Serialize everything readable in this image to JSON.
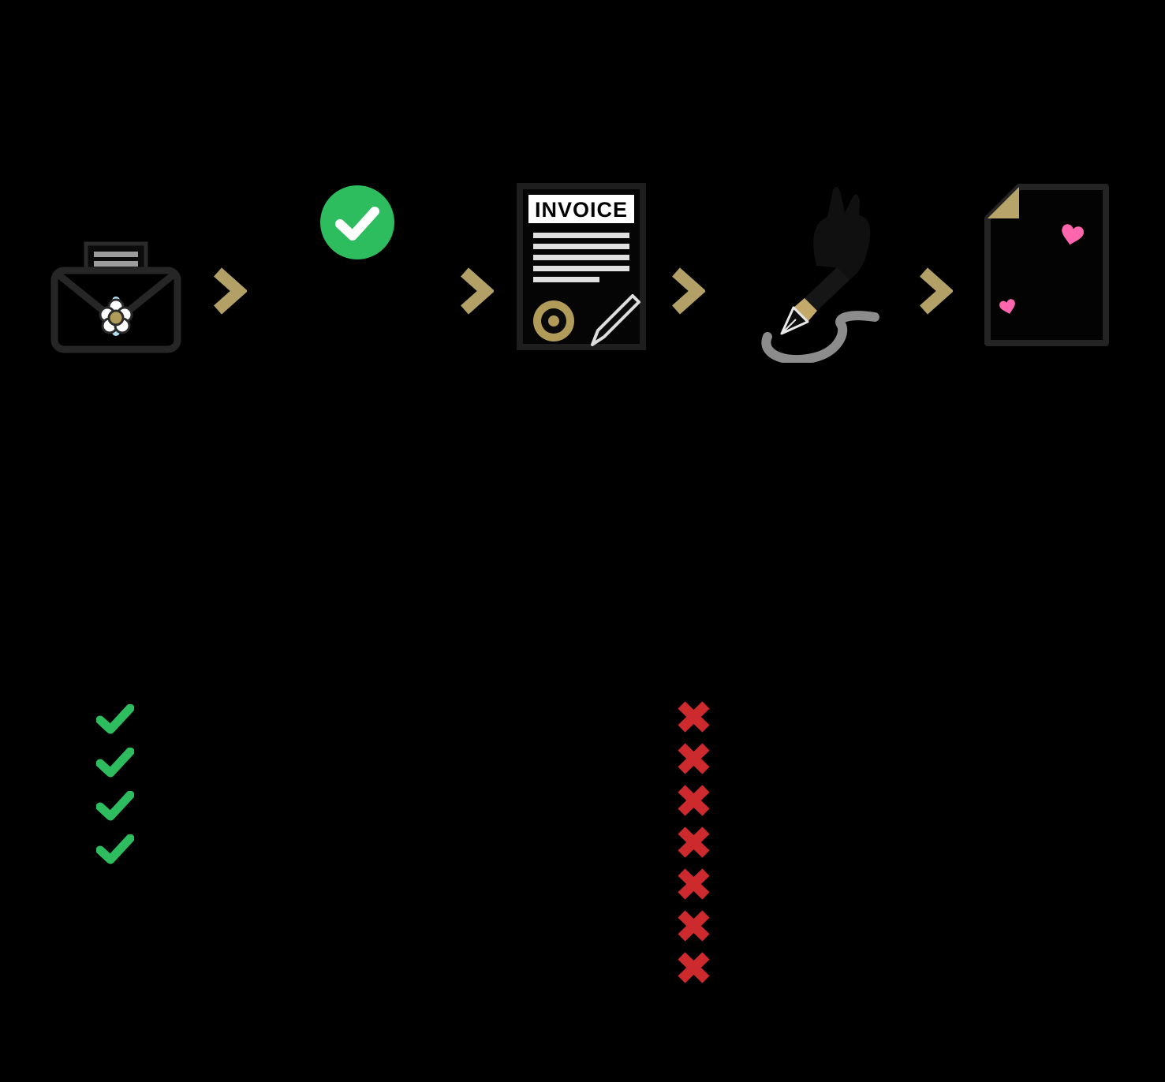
{
  "colors": {
    "background": "#000000",
    "arrow_gold": "#b3a067",
    "success_green": "#2ebd5e",
    "error_red": "#cd2a2e",
    "heart_pink": "#ff66ad",
    "seal_gold": "#b19b58",
    "fold_gold": "#b7a468",
    "swoosh_gray": "#8c8c8c",
    "letter_line_gray": "#9c9c9c",
    "invoice_line_gray": "#e0e0e0",
    "outline_dark": "#262626"
  },
  "flow": {
    "steps": [
      {
        "icon": "envelope-flower-icon"
      },
      {
        "icon": "check-circle-icon"
      },
      {
        "icon": "invoice-icon",
        "label": "INVOICE"
      },
      {
        "icon": "signing-pen-icon"
      },
      {
        "icon": "hearts-document-icon"
      }
    ],
    "arrow_icon": "chevron-right-icon",
    "arrow_count": 4
  },
  "checklist": {
    "pros": {
      "icon": "check-icon",
      "count": 4
    },
    "cons": {
      "icon": "cross-icon",
      "count": 7
    }
  }
}
